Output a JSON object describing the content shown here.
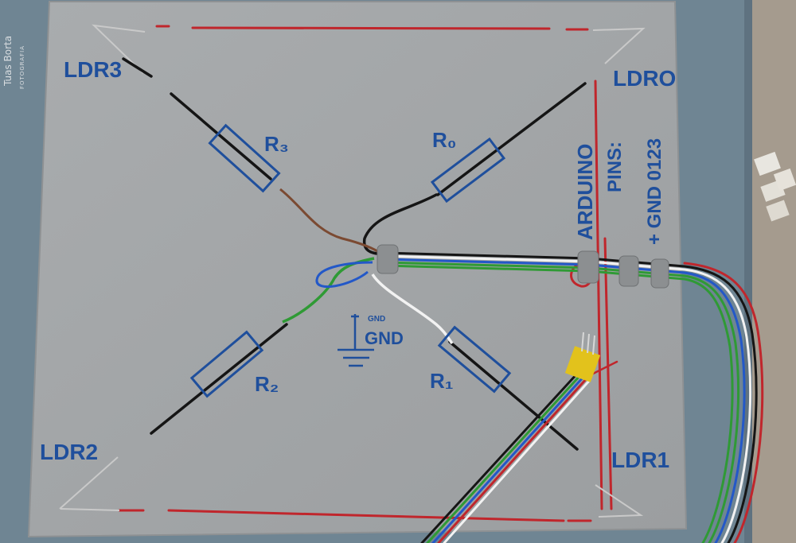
{
  "photo": {
    "colors": {
      "backdrop": "#6f8593",
      "board": "#a3a6a8",
      "ink": "#1f4f9c",
      "wire_red": "#c0262c",
      "wire_black": "#151515",
      "wire_green": "#2f9a35",
      "wire_blue": "#2358c8",
      "wire_white": "#f2f2f2",
      "wire_brown": "#7b4a32"
    },
    "labels": {
      "ldr0": "LDRO",
      "ldr1": "LDR1",
      "ldr2": "LDR2",
      "ldr3": "LDR3",
      "r0": "R₀",
      "r1": "R₁",
      "r2": "R₂",
      "r3": "R₃",
      "gnd": "GND",
      "gnd_small": "GND",
      "arduino": "ARDUINO",
      "pins": "PINS:",
      "pin_numbers": "+ GND 0123"
    },
    "watermark": {
      "line1": "Tuas Borta",
      "line2": "FOTOGRAFIA"
    }
  }
}
